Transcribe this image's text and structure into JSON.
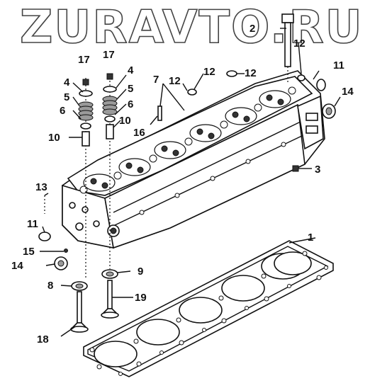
{
  "watermark": "ZURAVTO.RU",
  "parts": {
    "p1": "1",
    "p2": "2",
    "p3": "3",
    "p4a": "4",
    "p4b": "4",
    "p5a": "5",
    "p5b": "5",
    "p6a": "6",
    "p6b": "6",
    "p7": "7",
    "p8": "8",
    "p9": "9",
    "p10a": "10",
    "p10b": "10",
    "p11a": "11",
    "p11b": "11",
    "p12a": "12",
    "p12b": "12",
    "p12c": "12",
    "p12d": "12",
    "p13": "13",
    "p14a": "14",
    "p14b": "14",
    "p15": "15",
    "p16": "16",
    "p17a": "17",
    "p17b": "17",
    "p18": "18",
    "p19": "19"
  }
}
